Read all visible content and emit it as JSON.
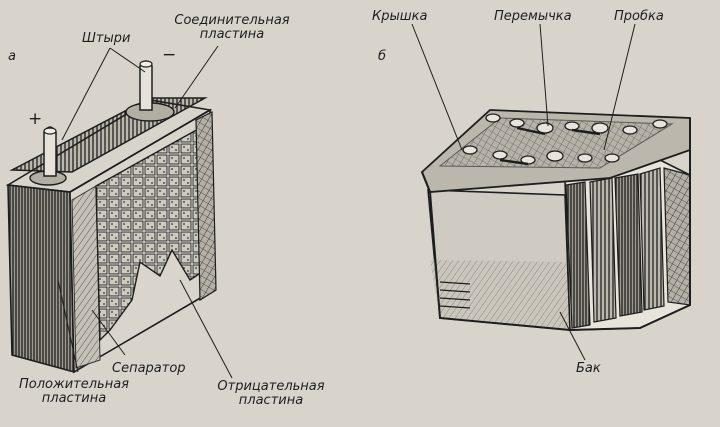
{
  "figure": {
    "panel_a": {
      "letter": "а",
      "labels": {
        "pins": "Штыри",
        "plus": "+",
        "minus": "−",
        "connecting_plate_line1": "Соединительная",
        "connecting_plate_line2": "пластина",
        "separator": "Сепаратор",
        "positive_plate_line1": "Положительная",
        "positive_plate_line2": "пластина",
        "negative_plate_line1": "Отрицательная",
        "negative_plate_line2": "пластина"
      }
    },
    "panel_b": {
      "letter": "б",
      "labels": {
        "lid": "Крышка",
        "jumper": "Перемычка",
        "plug": "Пробка",
        "tank": "Бак"
      }
    }
  }
}
